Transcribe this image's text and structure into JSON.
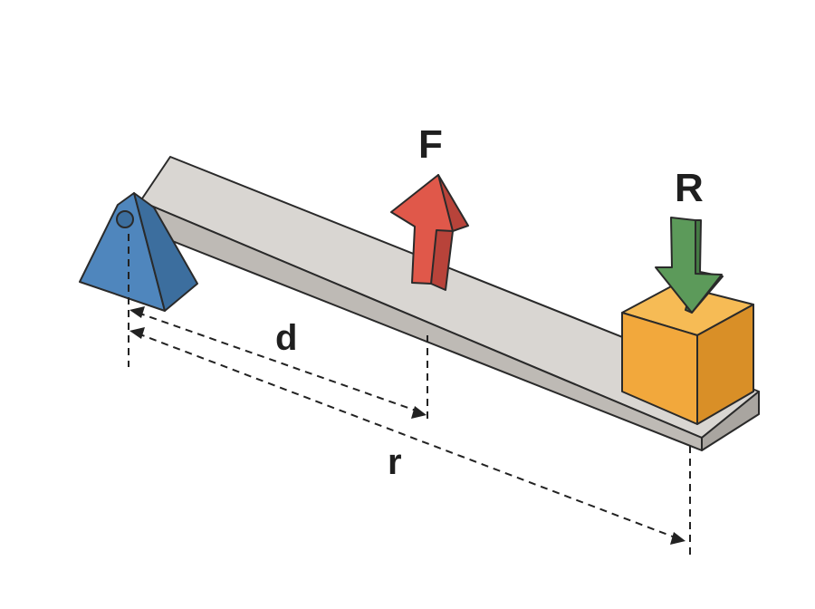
{
  "labels": {
    "force": "F",
    "reaction": "R",
    "distance_d": "d",
    "distance_r": "r"
  },
  "colors": {
    "beam_top": "#d9d6d2",
    "beam_front": "#bebab5",
    "support": "#4f86bd",
    "support_dark": "#3c6e9e",
    "force_arrow": "#e0584a",
    "force_arrow_dark": "#b8433a",
    "reaction_arrow": "#5c9a5a",
    "reaction_arrow_dark": "#457a44",
    "load_block": "#f2a83c",
    "load_block_dark": "#d98f27"
  }
}
